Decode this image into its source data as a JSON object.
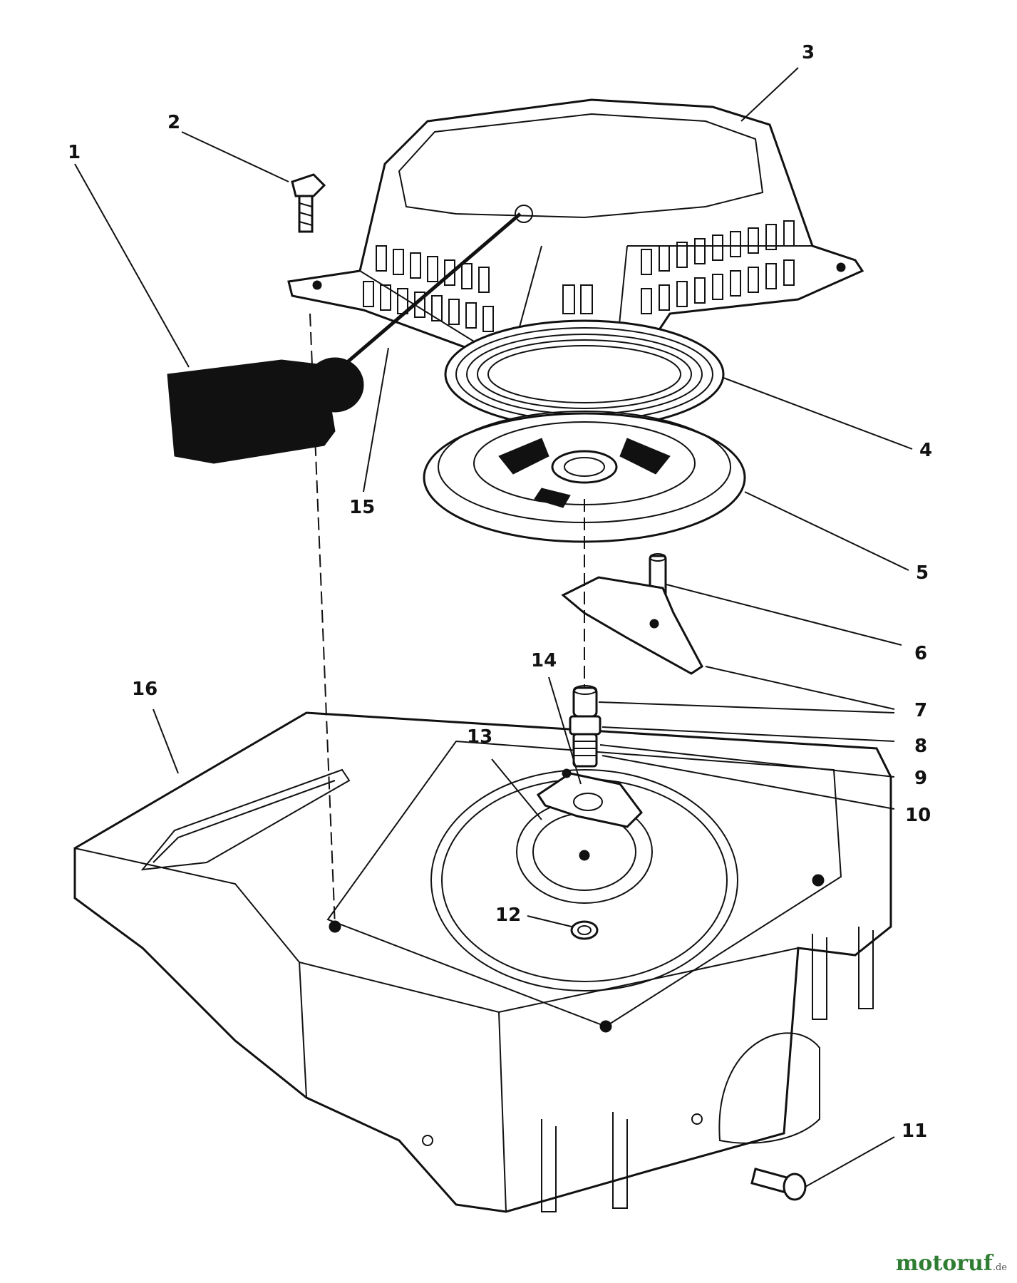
{
  "callouts": [
    {
      "id": "1",
      "label": "1"
    },
    {
      "id": "2",
      "label": "2"
    },
    {
      "id": "3",
      "label": "3"
    },
    {
      "id": "4",
      "label": "4"
    },
    {
      "id": "5",
      "label": "5"
    },
    {
      "id": "6",
      "label": "6"
    },
    {
      "id": "7",
      "label": "7"
    },
    {
      "id": "8",
      "label": "8"
    },
    {
      "id": "9",
      "label": "9"
    },
    {
      "id": "10",
      "label": "10"
    },
    {
      "id": "11",
      "label": "11"
    },
    {
      "id": "12",
      "label": "12"
    },
    {
      "id": "13",
      "label": "13"
    },
    {
      "id": "14",
      "label": "14"
    },
    {
      "id": "15",
      "label": "15"
    },
    {
      "id": "16",
      "label": "16"
    }
  ],
  "watermark": {
    "brand": "motoruf",
    "suffix": ".de"
  }
}
